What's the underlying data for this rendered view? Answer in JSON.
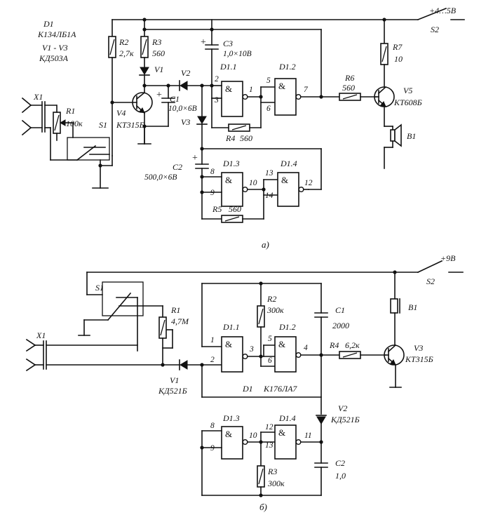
{
  "schematic_a": {
    "caption": "а)",
    "supply_label": "+4…5В",
    "switch_label": "S2",
    "chip_header": [
      "D1",
      "К134ЛБ1А",
      "V1 - V3",
      "КД503А"
    ],
    "jack": "X1",
    "switch_s1": "S1",
    "gates": [
      {
        "name": "D1.1",
        "symbol": "&",
        "in_pins": [
          "2",
          "3"
        ],
        "out_pin": "1"
      },
      {
        "name": "D1.2",
        "symbol": "&",
        "in_pins": [
          "5",
          "6"
        ],
        "out_pin": "7"
      },
      {
        "name": "D1.3",
        "symbol": "&",
        "in_pins": [
          "8",
          "9"
        ],
        "out_pin": "10"
      },
      {
        "name": "D1.4",
        "symbol": "&",
        "in_pins": [
          "13",
          "14"
        ],
        "out_pin": "12"
      }
    ],
    "resistors": [
      {
        "ref": "R1",
        "value": "100к"
      },
      {
        "ref": "R2",
        "value": "2,7к"
      },
      {
        "ref": "R3",
        "value": "560"
      },
      {
        "ref": "R4",
        "value": "560"
      },
      {
        "ref": "R5",
        "value": "560"
      },
      {
        "ref": "R6",
        "value": "560"
      },
      {
        "ref": "R7",
        "value": "10"
      }
    ],
    "capacitors": [
      {
        "ref": "C1",
        "value": "10,0×6В"
      },
      {
        "ref": "C2",
        "value": "500,0×6В"
      },
      {
        "ref": "C3",
        "value": "1,0×10В"
      }
    ],
    "diodes": [
      "V1",
      "V2",
      "V3"
    ],
    "transistors": [
      {
        "ref": "V4",
        "type": "КТ315Б"
      },
      {
        "ref": "V5",
        "type": "КТ608Б"
      }
    ],
    "speaker": "B1",
    "plus_sign": "+"
  },
  "schematic_b": {
    "caption": "б)",
    "supply_label": "+9В",
    "switch_label": "S2",
    "chip_header": [
      "D1",
      "К176ЛА7"
    ],
    "jack": "X1",
    "switch_s1": "S1",
    "gates": [
      {
        "name": "D1.1",
        "symbol": "&",
        "in_pins": [
          "1",
          "2"
        ],
        "out_pin": "3"
      },
      {
        "name": "D1.2",
        "symbol": "&",
        "in_pins": [
          "5",
          "6"
        ],
        "out_pin": "4"
      },
      {
        "name": "D1.3",
        "symbol": "&",
        "in_pins": [
          "8",
          "9"
        ],
        "out_pin": "10"
      },
      {
        "name": "D1.4",
        "symbol": "&",
        "in_pins": [
          "12",
          "13"
        ],
        "out_pin": "11"
      }
    ],
    "resistors": [
      {
        "ref": "R1",
        "value": "4,7М"
      },
      {
        "ref": "R2",
        "value": "300к"
      },
      {
        "ref": "R3",
        "value": "300к"
      },
      {
        "ref": "R4",
        "value": "6,2к"
      }
    ],
    "capacitors": [
      {
        "ref": "C1",
        "value": "2000"
      },
      {
        "ref": "C2",
        "value": "1,0"
      }
    ],
    "diodes": [
      {
        "ref": "V1",
        "type": "КД521Б"
      },
      {
        "ref": "V2",
        "type": "КД521Б"
      }
    ],
    "transistors": [
      {
        "ref": "V3",
        "type": "КТ315Б"
      }
    ],
    "speaker": "B1"
  }
}
